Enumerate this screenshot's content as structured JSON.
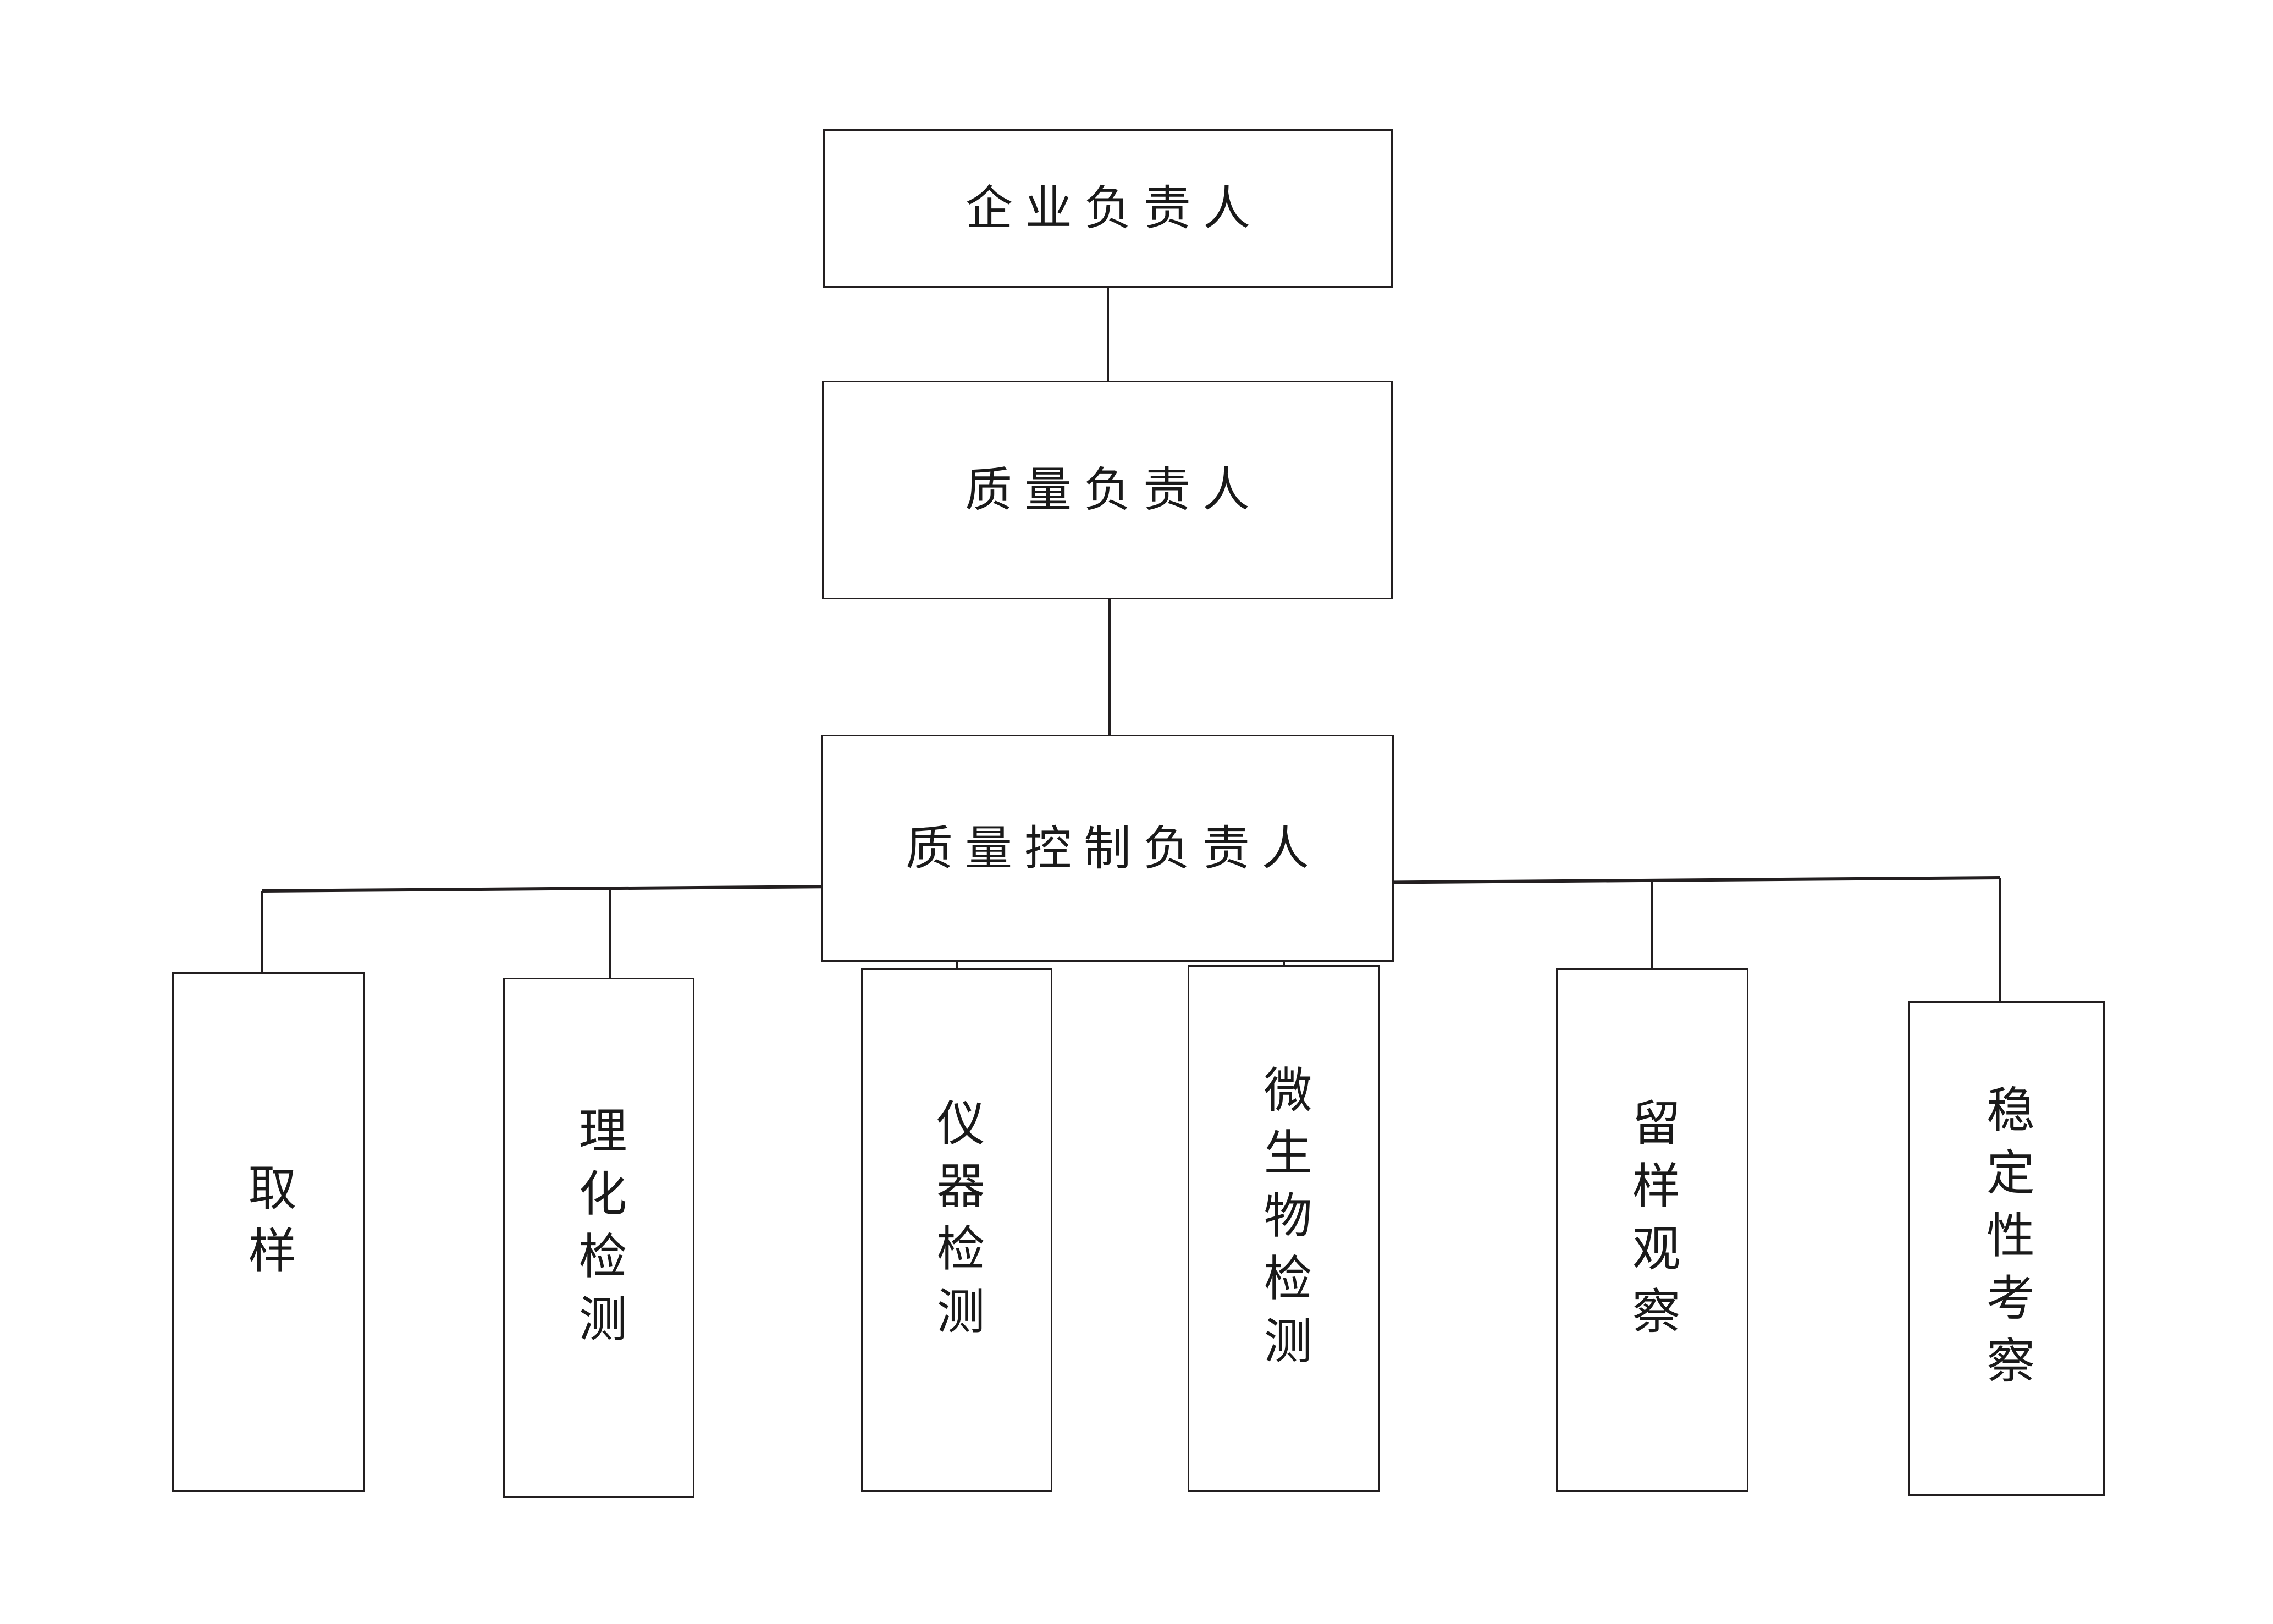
{
  "diagram": {
    "type": "organization-chart",
    "orientation": "top-down",
    "background_color": "#ffffff",
    "line_color": "#231f20",
    "text_color": "#1a1a1a",
    "chain": [
      {
        "id": "enterprise-manager",
        "label": "企业负责人",
        "level": 1
      },
      {
        "id": "quality-manager",
        "label": "质量负责人",
        "level": 2
      },
      {
        "id": "quality-control-manager",
        "label": "质量控制负责人",
        "level": 3
      }
    ],
    "leaves": [
      {
        "id": "sampling",
        "label": "取样"
      },
      {
        "id": "physicochemical-testing",
        "label": "理化检测"
      },
      {
        "id": "instrument-testing",
        "label": "仪器检测"
      },
      {
        "id": "microbiology-testing",
        "label": "微生物检测"
      },
      {
        "id": "retained-sample-observation",
        "label": "留样观察"
      },
      {
        "id": "stability-study",
        "label": "稳定性考察"
      }
    ]
  }
}
